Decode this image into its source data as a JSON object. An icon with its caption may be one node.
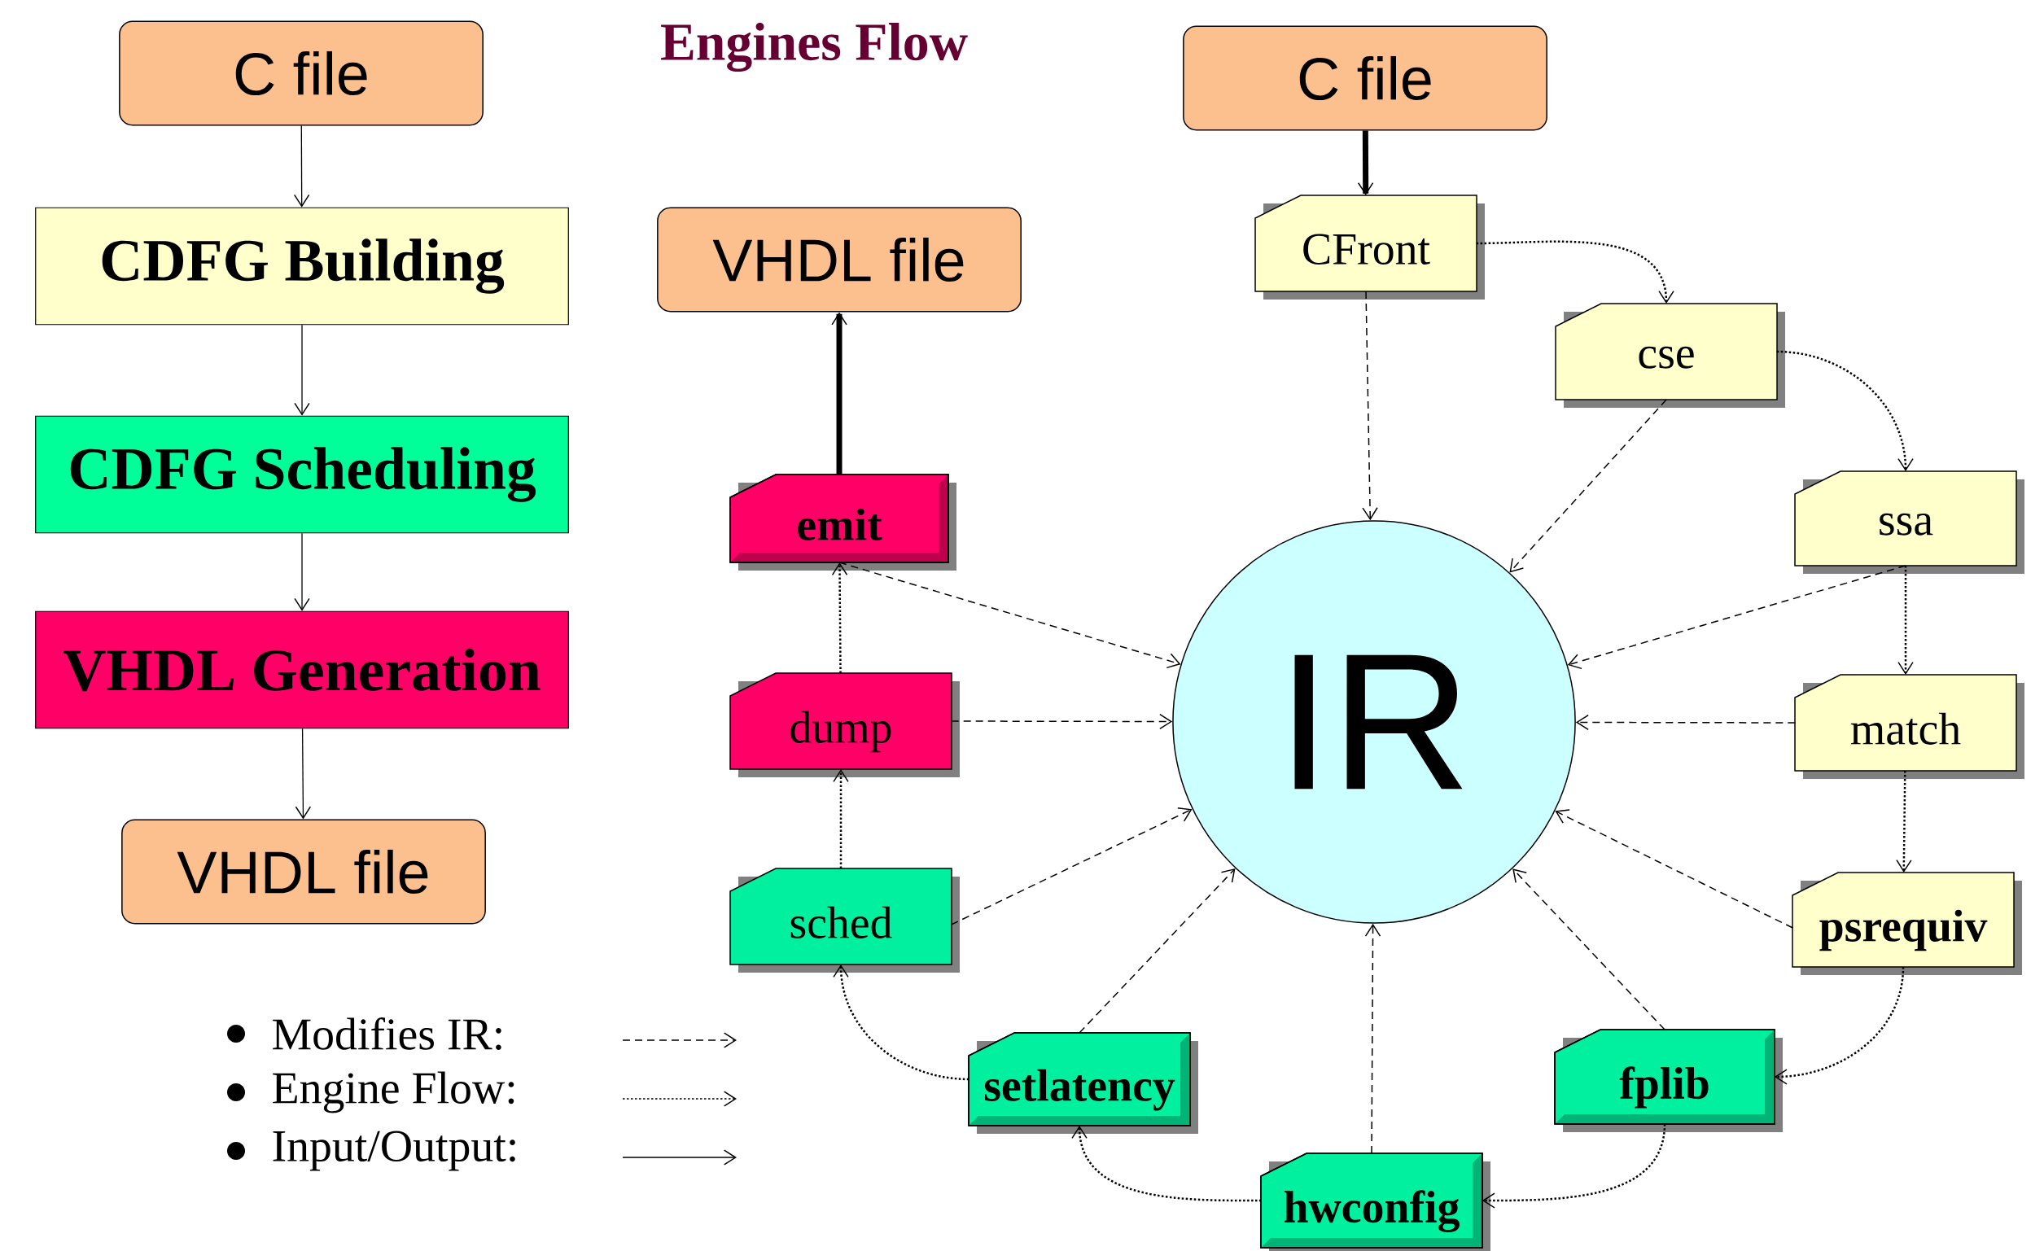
{
  "diagram": {
    "title": "Engines Flow",
    "nodes": [
      {
        "text": [
          "C file"
        ]
      },
      {
        "text": [
          "CDFG Building"
        ]
      },
      {
        "text": [
          "CDFG Scheduling"
        ]
      },
      {
        "text": [
          "VHDL Generation"
        ]
      },
      {
        "text": [
          "VHDL file"
        ]
      },
      {
        "text": [
          "C file"
        ]
      },
      {
        "text": [
          "VHDL file"
        ]
      },
      {
        "text": [
          "CFront"
        ]
      },
      {
        "text": [
          "cse"
        ]
      },
      {
        "text": [
          "ssa"
        ]
      },
      {
        "text": [
          "match"
        ]
      },
      {
        "text": [
          "psrequiv"
        ]
      },
      {
        "text": [
          "fplib"
        ]
      },
      {
        "text": [
          "hwconfig"
        ]
      },
      {
        "text": [
          "setlatency"
        ]
      },
      {
        "text": [
          "sched"
        ]
      },
      {
        "text": [
          "dump"
        ]
      },
      {
        "text": [
          "emit"
        ]
      },
      {
        "text": [
          "IR"
        ]
      }
    ],
    "edges": [
      {
        "from": 0,
        "to": 1,
        "arrow": "to"
      },
      {
        "from": 1,
        "to": 2,
        "arrow": "to"
      },
      {
        "from": 2,
        "to": 3,
        "arrow": "to"
      },
      {
        "from": 3,
        "to": 4,
        "arrow": "to"
      },
      {
        "from": 5,
        "to": 7,
        "arrow": "to",
        "style": "thick"
      },
      {
        "from": 17,
        "to": 6,
        "arrow": "to",
        "style": "thick"
      },
      {
        "from": 7,
        "to": 8,
        "arrow": "to",
        "style": "dashed"
      },
      {
        "from": 8,
        "to": 9,
        "arrow": "to",
        "style": "dashed"
      },
      {
        "from": 9,
        "to": 10,
        "arrow": "to",
        "style": "dashed"
      },
      {
        "from": 10,
        "to": 11,
        "arrow": "to",
        "style": "dashed"
      },
      {
        "from": 11,
        "to": 12,
        "arrow": "to",
        "style": "dashed"
      },
      {
        "from": 12,
        "to": 13,
        "arrow": "to",
        "style": "dashed"
      },
      {
        "from": 13,
        "to": 14,
        "arrow": "to",
        "style": "dashed"
      },
      {
        "from": 14,
        "to": 15,
        "arrow": "to",
        "style": "dashed"
      },
      {
        "from": 15,
        "to": 16,
        "arrow": "to",
        "style": "dashed"
      },
      {
        "from": 16,
        "to": 17,
        "arrow": "to",
        "style": "dashed"
      },
      {
        "from": 7,
        "to": 18,
        "arrow": "to",
        "style": "dashed"
      },
      {
        "from": 8,
        "to": 18,
        "arrow": "to",
        "style": "dashed"
      },
      {
        "from": 9,
        "to": 18,
        "arrow": "to",
        "style": "dashed"
      },
      {
        "from": 10,
        "to": 18,
        "arrow": "to",
        "style": "dashed"
      },
      {
        "from": 11,
        "to": 18,
        "arrow": "to",
        "style": "dashed"
      },
      {
        "from": 12,
        "to": 18,
        "arrow": "to",
        "style": "dashed"
      },
      {
        "from": 13,
        "to": 18,
        "arrow": "to",
        "style": "dashed"
      },
      {
        "from": 14,
        "to": 18,
        "arrow": "to",
        "style": "dashed"
      },
      {
        "from": 15,
        "to": 18,
        "arrow": "to",
        "style": "dashed"
      },
      {
        "from": 16,
        "to": 18,
        "arrow": "to",
        "style": "dashed"
      },
      {
        "from": 17,
        "to": 18,
        "arrow": "to",
        "style": "dashed"
      }
    ],
    "legend": [
      {
        "text": "Modifies IR:"
      },
      {
        "text": "Engine Flow:"
      },
      {
        "text": "Input/Output:"
      }
    ]
  }
}
